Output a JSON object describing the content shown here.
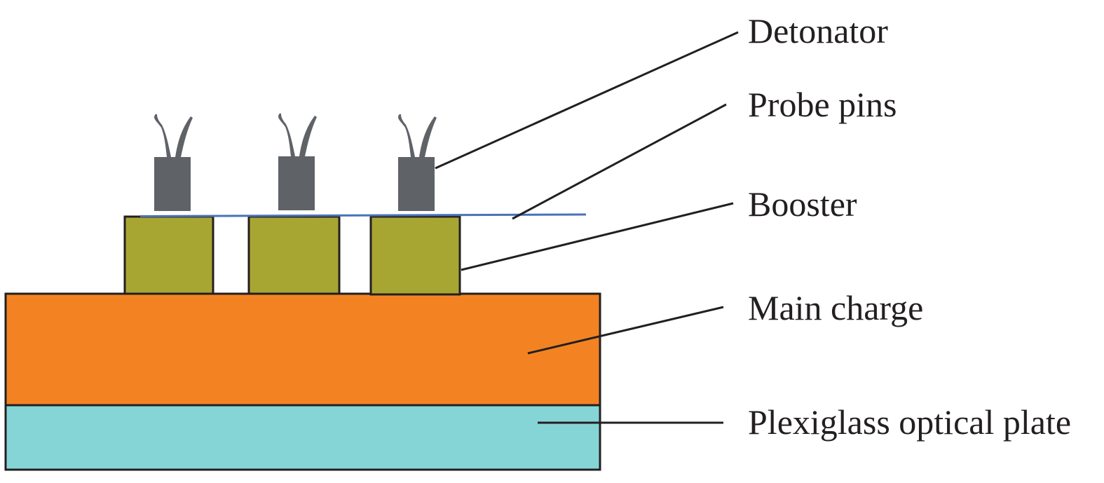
{
  "diagram": {
    "title": "Experimental setup cross-section",
    "colors": {
      "detonator": "#5f6368",
      "probe_pins": "#4a72b8",
      "booster": "#a8a633",
      "main_charge": "#f38322",
      "plexiglass": "#86d5d6",
      "outline": "#231f20"
    },
    "labels": {
      "detonator": "Detonator",
      "probe_pins": "Probe pins",
      "booster": "Booster",
      "main_charge": "Main charge",
      "plexiglass": "Plexiglass optical plate"
    },
    "detonator_count": 3,
    "booster_count": 3
  }
}
